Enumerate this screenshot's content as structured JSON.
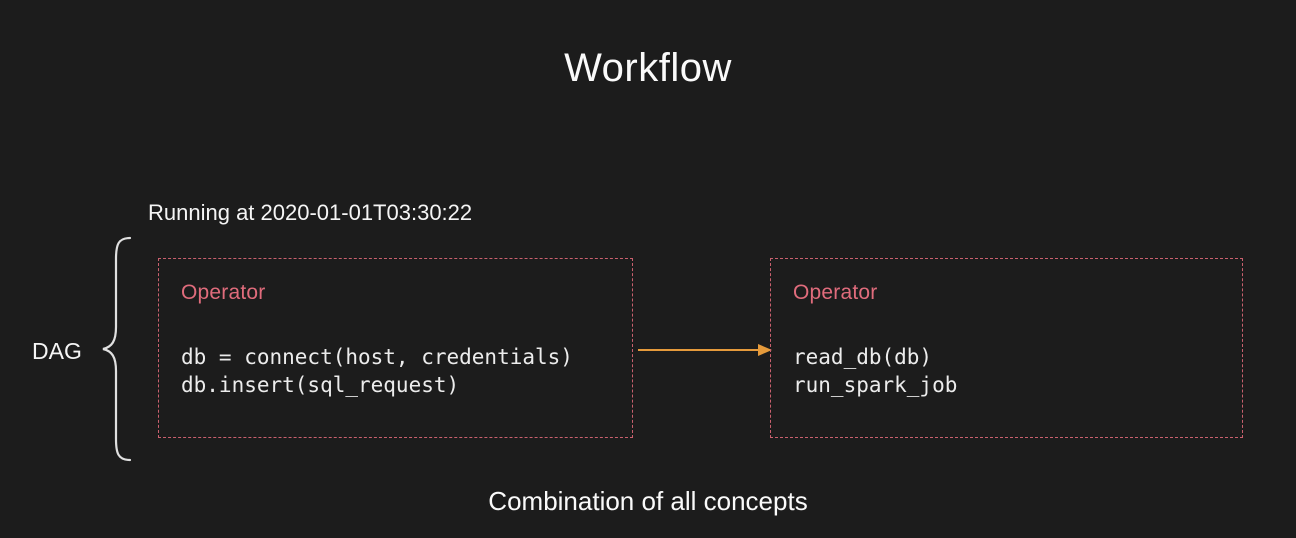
{
  "slide": {
    "title": "Workflow",
    "running_label": "Running at 2020-01-01T03:30:22",
    "dag_label": "DAG",
    "caption": "Combination of all concepts"
  },
  "operators": [
    {
      "label": "Operator",
      "code_lines": [
        "db = connect(host, credentials)",
        "db.insert(sql_request)"
      ]
    },
    {
      "label": "Operator",
      "code_lines": [
        "read_db(db)",
        "run_spark_job"
      ]
    }
  ],
  "colors": {
    "background": "#1c1c1c",
    "title_text": "#fafafa",
    "operator_label": "#e06c7c",
    "box_border": "#c9606e",
    "arrow": "#e59a3b",
    "brace": "#e0e0e0"
  }
}
